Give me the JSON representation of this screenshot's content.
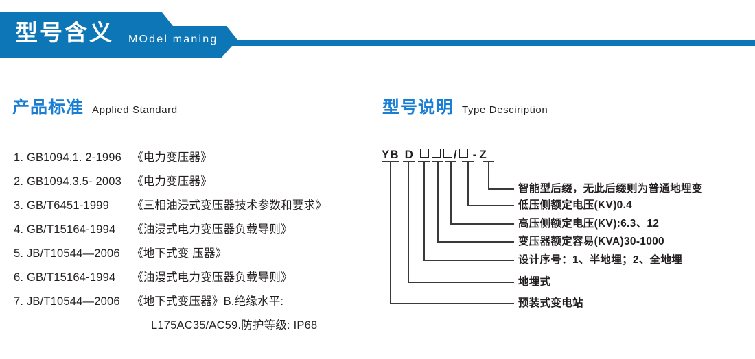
{
  "banner": {
    "title_cn": "型号含义",
    "title_en": "MOdel maning",
    "bg_color": "#0d76b7"
  },
  "sections": {
    "left": {
      "title_cn": "产品标准",
      "title_en": "Applied Standard",
      "accent_color": "#1a7fd4"
    },
    "right": {
      "title_cn": "型号说明",
      "title_en": "Type Desciription",
      "accent_color": "#1a7fd4"
    }
  },
  "standards": [
    {
      "index": "1.",
      "code": "GB1094.1. 2-1996",
      "name": "《电力变压器》"
    },
    {
      "index": "2.",
      "code": "GB1094.3.5- 2003",
      "name": "《电力变压器》"
    },
    {
      "index": "3.",
      "code": "GB/T6451-1999",
      "name": "《三相油浸式变压器技术参数和要求》"
    },
    {
      "index": "4.",
      "code": "GB/T15164-1994",
      "name": "《油浸式电力变压器负载导则》"
    },
    {
      "index": "5.",
      "code": "JB/T10544—2006",
      "name": "《地下式变 压器》"
    },
    {
      "index": "6.",
      "code": "GB/T15164-1994",
      "name": "《油漫式电力变压器负载导则》"
    },
    {
      "index": "7.",
      "code": "JB/T10544—2006",
      "name": "《地下式变压器》B.绝缘水平:"
    }
  ],
  "standards_continuation": "L175AC35/AC59.防护等级: IP68",
  "type_code": {
    "segments": [
      {
        "kind": "text",
        "text": "YB"
      },
      {
        "kind": "text",
        "text": "D"
      },
      {
        "kind": "box",
        "text": "□"
      },
      {
        "kind": "box",
        "text": "□"
      },
      {
        "kind": "box",
        "text": "□"
      },
      {
        "kind": "text",
        "text": "/"
      },
      {
        "kind": "box",
        "text": "□"
      },
      {
        "kind": "text",
        "text": "-"
      },
      {
        "kind": "text",
        "text": "Z"
      }
    ],
    "display": "YB D □□□/□ - Z"
  },
  "descriptions": [
    {
      "id": "suffix",
      "text": "智能型后缀，无此后缀则为普通地埋变"
    },
    {
      "id": "lv-voltage",
      "text": "低压侧额定电压(KV)0.4"
    },
    {
      "id": "hv-voltage",
      "text": "高压侧额定电压(KV):6.3、12"
    },
    {
      "id": "capacity",
      "text": "变压器额定容易(KVA)30-1000"
    },
    {
      "id": "design-serial",
      "text": "设计序号：1、半地埋；2、全地埋"
    },
    {
      "id": "buried-type",
      "text": "地埋式"
    },
    {
      "id": "substation",
      "text": "预装式变电站"
    }
  ]
}
